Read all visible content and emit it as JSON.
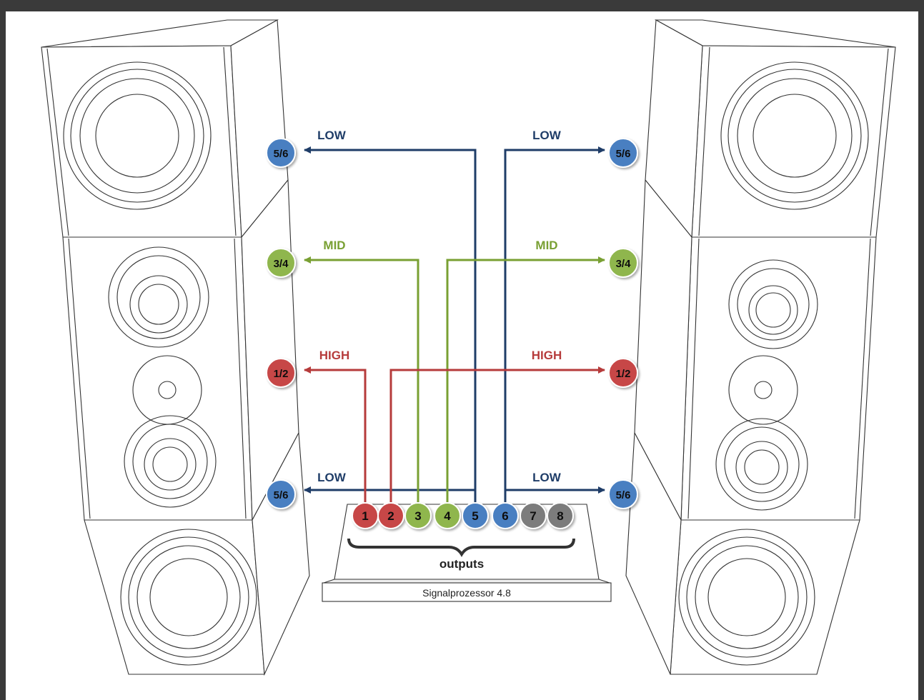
{
  "colors": {
    "low": "#1f3d68",
    "mid": "#79a033",
    "high": "#b63b3b",
    "low_dot": "#4a7fc1",
    "mid_dot": "#8fb64d",
    "high_dot": "#c74746",
    "unused_dot": "#7b7b7b"
  },
  "bands": {
    "low": "LOW",
    "mid": "MID",
    "high": "HIGH"
  },
  "speaker_channels": {
    "low": "5/6",
    "mid": "3/4",
    "high": "1/2"
  },
  "processor": {
    "name": "Signalprozessor 4.8",
    "outputs_label": "outputs",
    "outputs": [
      {
        "label": "1",
        "band": "high"
      },
      {
        "label": "2",
        "band": "high"
      },
      {
        "label": "3",
        "band": "mid"
      },
      {
        "label": "4",
        "band": "mid"
      },
      {
        "label": "5",
        "band": "low"
      },
      {
        "label": "6",
        "band": "low"
      },
      {
        "label": "7",
        "band": "unused"
      },
      {
        "label": "8",
        "band": "unused"
      }
    ]
  }
}
